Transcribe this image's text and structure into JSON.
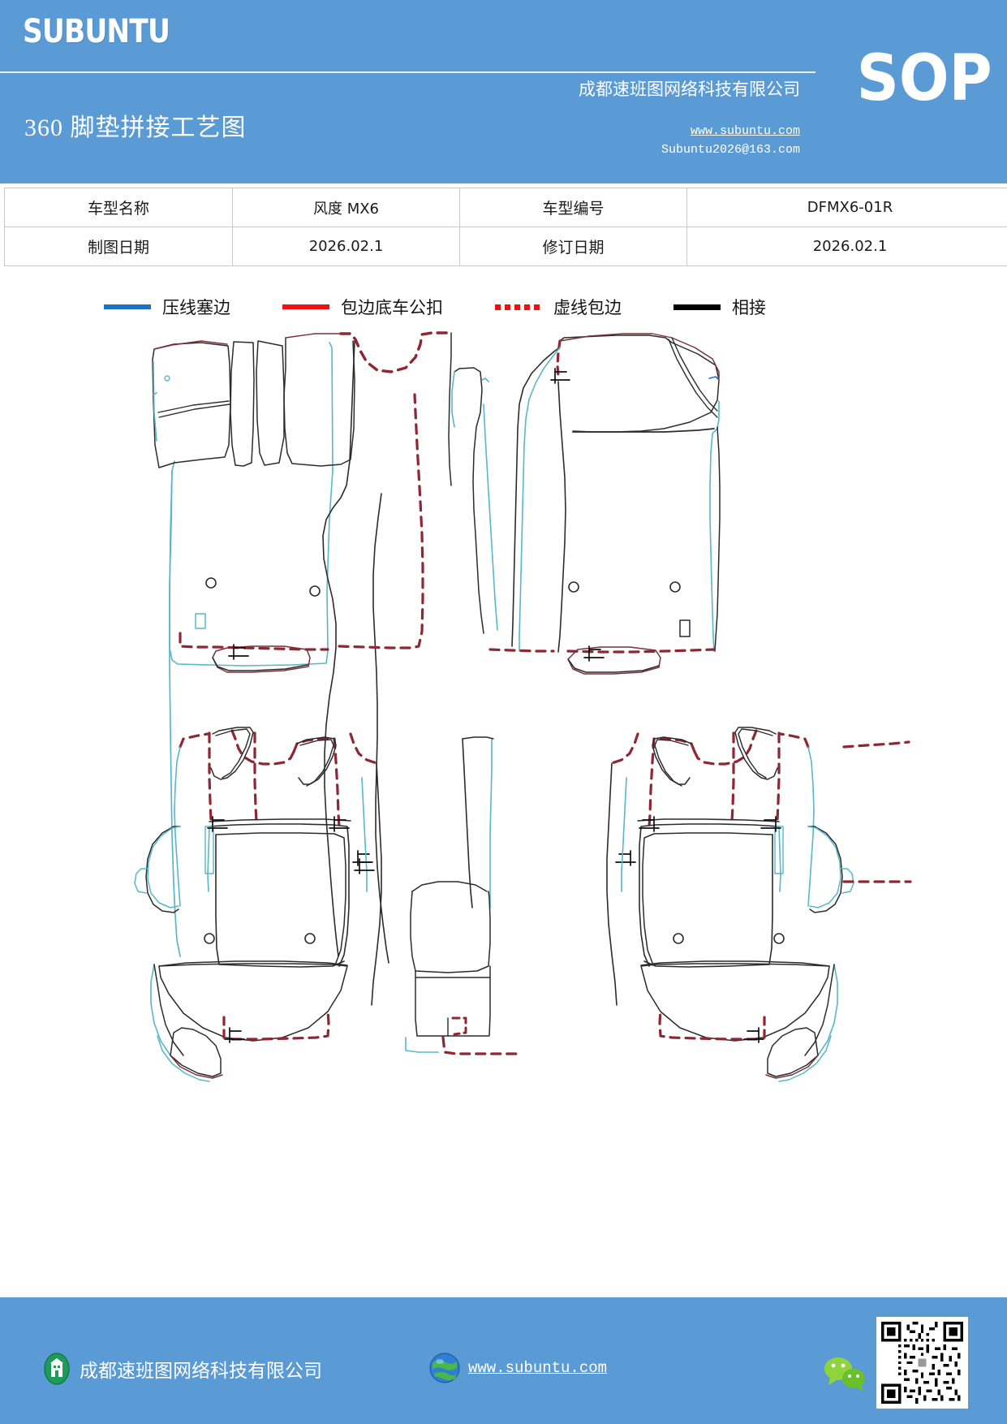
{
  "header": {
    "brand": "SUBUNTU",
    "doc_title": "360 脚垫拼接工艺图",
    "company_name": "成都速班图网络科技有限公司",
    "badge": "SOP",
    "website": "www.subuntu.com",
    "email": "Subuntu2026@163.com",
    "background_color": "#5b9bd5"
  },
  "info_table": {
    "rows": [
      {
        "label1": "车型名称",
        "value1": "风度 MX6",
        "label2": "车型编号",
        "value2": "DFMX6-01R"
      },
      {
        "label1": "制图日期",
        "value1": "2026.02.1",
        "label2": "修订日期",
        "value2": "2026.02.1"
      }
    ]
  },
  "legend": {
    "items": [
      {
        "label": "压线塞边",
        "style": "solid",
        "color": "#1f6fc4"
      },
      {
        "label": "包边底车公扣",
        "style": "solid",
        "color": "#ee1111"
      },
      {
        "label": "虚线包边",
        "style": "dotted",
        "color": "#ee1111"
      },
      {
        "label": "相接",
        "style": "solid",
        "color": "#000000"
      }
    ]
  },
  "drawing": {
    "description": "360 脚垫拼接工艺图 技术线稿",
    "line_colors": {
      "outline": "#2b2b2b",
      "edge_bind": "#7a2f3a",
      "press_line": "#56b7c8",
      "dashed_bind": "#8f2633"
    },
    "groups": [
      {
        "name": "front-left-mat",
        "label": ""
      },
      {
        "name": "front-right-mat",
        "label": ""
      },
      {
        "name": "rear-left-mat",
        "label": ""
      },
      {
        "name": "rear-center-mat",
        "label": ""
      },
      {
        "name": "rear-right-mat",
        "label": ""
      }
    ]
  },
  "footer": {
    "company_name": "成都速班图网络科技有限公司",
    "website": "www.subuntu.com",
    "background_color": "#5b9bd5"
  }
}
